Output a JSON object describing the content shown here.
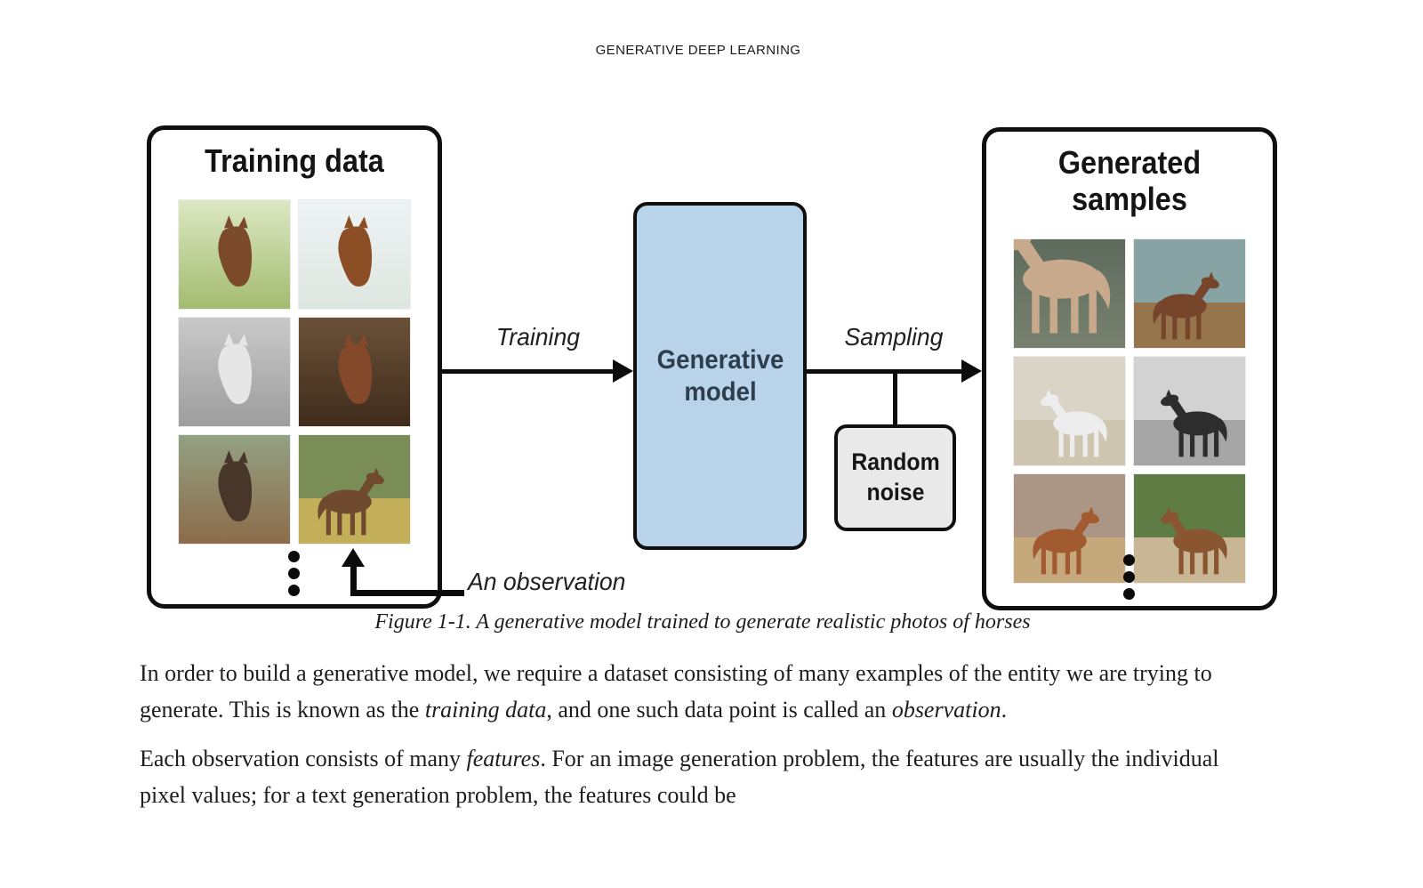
{
  "page": {
    "running_head": "GENERATIVE DEEP LEARNING"
  },
  "figure": {
    "caption": "Figure 1-1. A generative model trained to generate realistic photos of horses",
    "training_panel": {
      "title": "Training data"
    },
    "generated_panel": {
      "title": "Generated samples"
    },
    "model_box": {
      "label": "Generative model",
      "fill": "#b9d4ea",
      "text_color": "#2f3e4d"
    },
    "noise_box": {
      "label": "Random noise",
      "fill": "#e9e9e9"
    },
    "arrows": {
      "training_label": "Training",
      "sampling_label": "Sampling",
      "observation_label": "An observation"
    },
    "training_images": [
      {
        "desc": "bay horse head facing camera in green pasture",
        "kind": "head",
        "sky": "#dce8c2",
        "ground": "#a3bb70",
        "horse": "#7b4a2b",
        "flip": false
      },
      {
        "desc": "chestnut horse head against pale sky",
        "kind": "head",
        "sky": "#eef3f5",
        "ground": "#dde6e0",
        "horse": "#8c4e24",
        "flip": false
      },
      {
        "desc": "grayscale photo of white horse head by fence",
        "kind": "head",
        "sky": "#c9c9c9",
        "ground": "#9d9d9d",
        "horse": "#e6e6e6",
        "flip": false
      },
      {
        "desc": "dark bay horse close-up wearing bridle",
        "kind": "head",
        "sky": "#6b5138",
        "ground": "#3f2c1c",
        "horse": "#84492a",
        "flip": false
      },
      {
        "desc": "dark horse head over wooden fence with trees",
        "kind": "head",
        "sky": "#93a183",
        "ground": "#8c6b4a",
        "horse": "#473629",
        "flip": false
      },
      {
        "desc": "horse standing in sunlit golden field seen from behind",
        "kind": "body",
        "sky": "#7b8d56",
        "ground": "#c3ae59",
        "horse": "#6f4a2e",
        "flip": true
      }
    ],
    "generated_images": [
      {
        "desc": "close-up of white-blazed chestnut horse in shaded stable",
        "kind": "closeup",
        "sky": "#5d6b5d",
        "ground": "#78816f",
        "horse": "#c9a98b",
        "flip": false
      },
      {
        "desc": "brown horse standing in field under teal sky",
        "kind": "body",
        "sky": "#87a3a3",
        "ground": "#96744c",
        "horse": "#77462a",
        "flip": true
      },
      {
        "desc": "white horse walking toward camera in stable yard",
        "kind": "body",
        "sky": "#d9d4c6",
        "ground": "#cfc6b2",
        "horse": "#ededed",
        "flip": false
      },
      {
        "desc": "grayscale dark horse facing camera by buildings",
        "kind": "body",
        "sky": "#d2d2d2",
        "ground": "#a6a6a6",
        "horse": "#2d2d2d",
        "flip": false
      },
      {
        "desc": "chestnut horse galloping past red-roofed building",
        "kind": "body",
        "sky": "#ab9685",
        "ground": "#c5a87c",
        "horse": "#a25a30",
        "flip": true
      },
      {
        "desc": "brown horse galloping in sandy arena with green trees",
        "kind": "body",
        "sky": "#5e7c44",
        "ground": "#c9b694",
        "horse": "#8a5632",
        "flip": false
      }
    ]
  },
  "article": {
    "paragraphs": [
      [
        {
          "t": "In order to build a generative model, we require a dataset consisting of many examples of the entity we are trying to generate. This is known as the "
        },
        {
          "t": "training data",
          "i": true
        },
        {
          "t": ", and one such data point is called an "
        },
        {
          "t": "observation",
          "i": true
        },
        {
          "t": "."
        }
      ],
      [
        {
          "t": "Each observation consists of many "
        },
        {
          "t": "features",
          "i": true
        },
        {
          "t": ". For an image generation problem, the features are usually the individual pixel values; for a text generation problem, the features could be"
        }
      ]
    ]
  },
  "colors": {
    "ink": "#0f0f0f",
    "accent_blue": "#b9d4ea",
    "box_gray": "#e9e9e9"
  }
}
